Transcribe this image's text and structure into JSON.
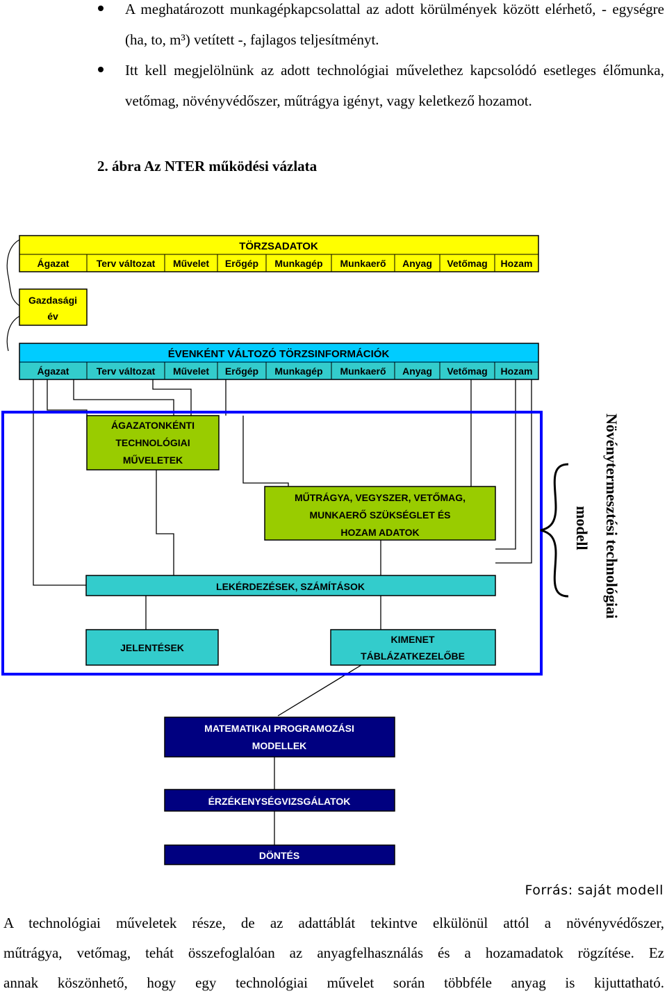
{
  "bullets": [
    "A meghatározott munkagépkapcsolattal az adott körülmények között elérhető, - egységre (ha, to, m³) vetített -, fajlagos teljesítményt.",
    "Itt kell megjelölnünk az adott technológiai művelethez kapcsolódó esetleges élőmunka, vetőmag, növényvédőszer, műtrágya igényt, vagy keletkező hozamot."
  ],
  "figure_caption": "2. ábra Az NTER működési vázlata",
  "diagram": {
    "torzsadatok": {
      "title": "TÖRZSADATOK",
      "cells": [
        "Ágazat",
        "Terv változat",
        "Művelet",
        "Erőgép",
        "Munkagép",
        "Munkaerő",
        "Anyag",
        "Vetőmag",
        "Hozam"
      ]
    },
    "gazdasagi_ev": [
      "Gazdasági",
      "év"
    ],
    "evenkent": {
      "title": "ÉVENKÉNT VÁLTOZÓ TÖRZSINFORMÁCIÓK",
      "cells": [
        "Ágazat",
        "Terv változat",
        "Művelet",
        "Erőgép",
        "Munkagép",
        "Munkaerő",
        "Anyag",
        "Vetőmag",
        "Hozam"
      ]
    },
    "agazatonkenti": [
      "ÁGAZATONKÉNTI",
      "TECHNOLÓGIAI",
      "MŰVELETEK"
    ],
    "mutragya": [
      "MŰTRÁGYA, VEGYSZER, VETŐMAG,",
      "MUNKAERŐ SZÜKSÉGLET ÉS",
      "HOZAM ADATOK"
    ],
    "lekerdezesek": "LEKÉRDEZÉSEK, SZÁMÍTÁSOK",
    "jelentesek": "JELENTÉSEK",
    "kimenet": [
      "KIMENET",
      "TÁBLÁZATKEZELŐBE"
    ],
    "matematikai": [
      "MATEMATIKAI PROGRAMOZÁSI",
      "MODELLEK"
    ],
    "erzekenyseg": "ÉRZÉKENYSÉGVIZSGÁLATOK",
    "dontes": "DÖNTÉS",
    "side_label_line1": "Növénytermesztési technológiai",
    "side_label_line2": "modell",
    "colors": {
      "yellow": "#ffff00",
      "cyan_header": "#00ccff",
      "green": "#99cc00",
      "teal": "#33cccc",
      "navy": "#000080",
      "blue_frame": "#0000ff"
    }
  },
  "source": "Forrás: saját modell",
  "paragraph": [
    "A technológiai műveletek része, de az adattáblát tekintve elkülönül attól a növényvédőszer,",
    "műtrágya, vetőmag, tehát összefoglalóan az anyagfelhasználás és a hozamadatok rögzítése. Ez",
    "annak köszönhető, hogy egy technológiai művelet során többféle anyag is kijuttatható."
  ]
}
